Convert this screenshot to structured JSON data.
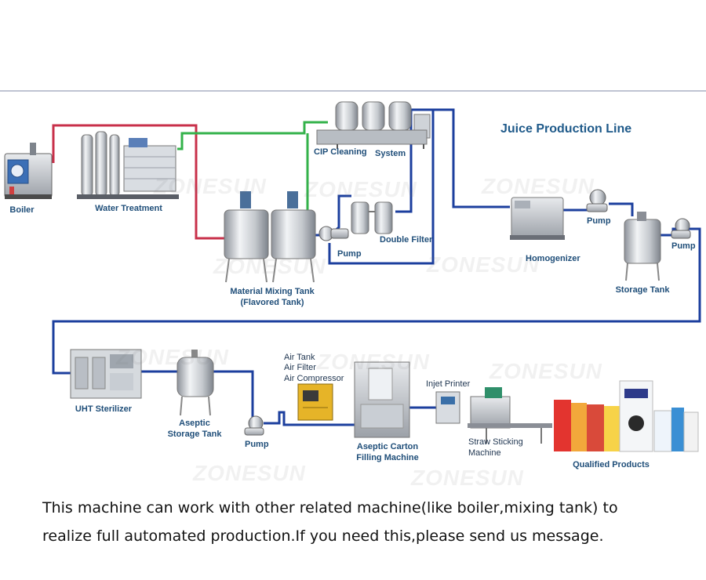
{
  "title": "Juice Production Line",
  "watermark": "ZONESUN",
  "labels": {
    "boiler": "Boiler",
    "water_treatment": "Water Treatment",
    "cip_a": "CIP Cleaning",
    "cip_b": "System",
    "mixing_1": "Material Mixing Tank",
    "mixing_2": "(Flavored Tank)",
    "pump_1": "Pump",
    "double_filter": "Double Filter",
    "homogenizer": "Homogenizer",
    "pump_2": "Pump",
    "storage_tank": "Storage Tank",
    "pump_3": "Pump",
    "uht": "UHT Sterilizer",
    "aseptic_1": "Aseptic",
    "aseptic_2": "Storage Tank",
    "pump_4": "Pump",
    "air_1": "Air Tank",
    "air_2": "Air Filter",
    "air_3": "Air Compressor",
    "filling_1": "Aseptic Carton",
    "filling_2": "Filling Machine",
    "printer": "Injet Printer",
    "straw_1": "Straw Sticking",
    "straw_2": "Machine",
    "products": "Qualified Products"
  },
  "pipe_colors": {
    "steam": "#c8304a",
    "water": "#33b24a",
    "product": "#1c3f9e",
    "frame": "#9aa0b8"
  },
  "caption": {
    "line1": "This machine can work with other related machine(like boiler,mixing tank) to",
    "line2": "realize full automated production.If you need this,please send us message."
  }
}
